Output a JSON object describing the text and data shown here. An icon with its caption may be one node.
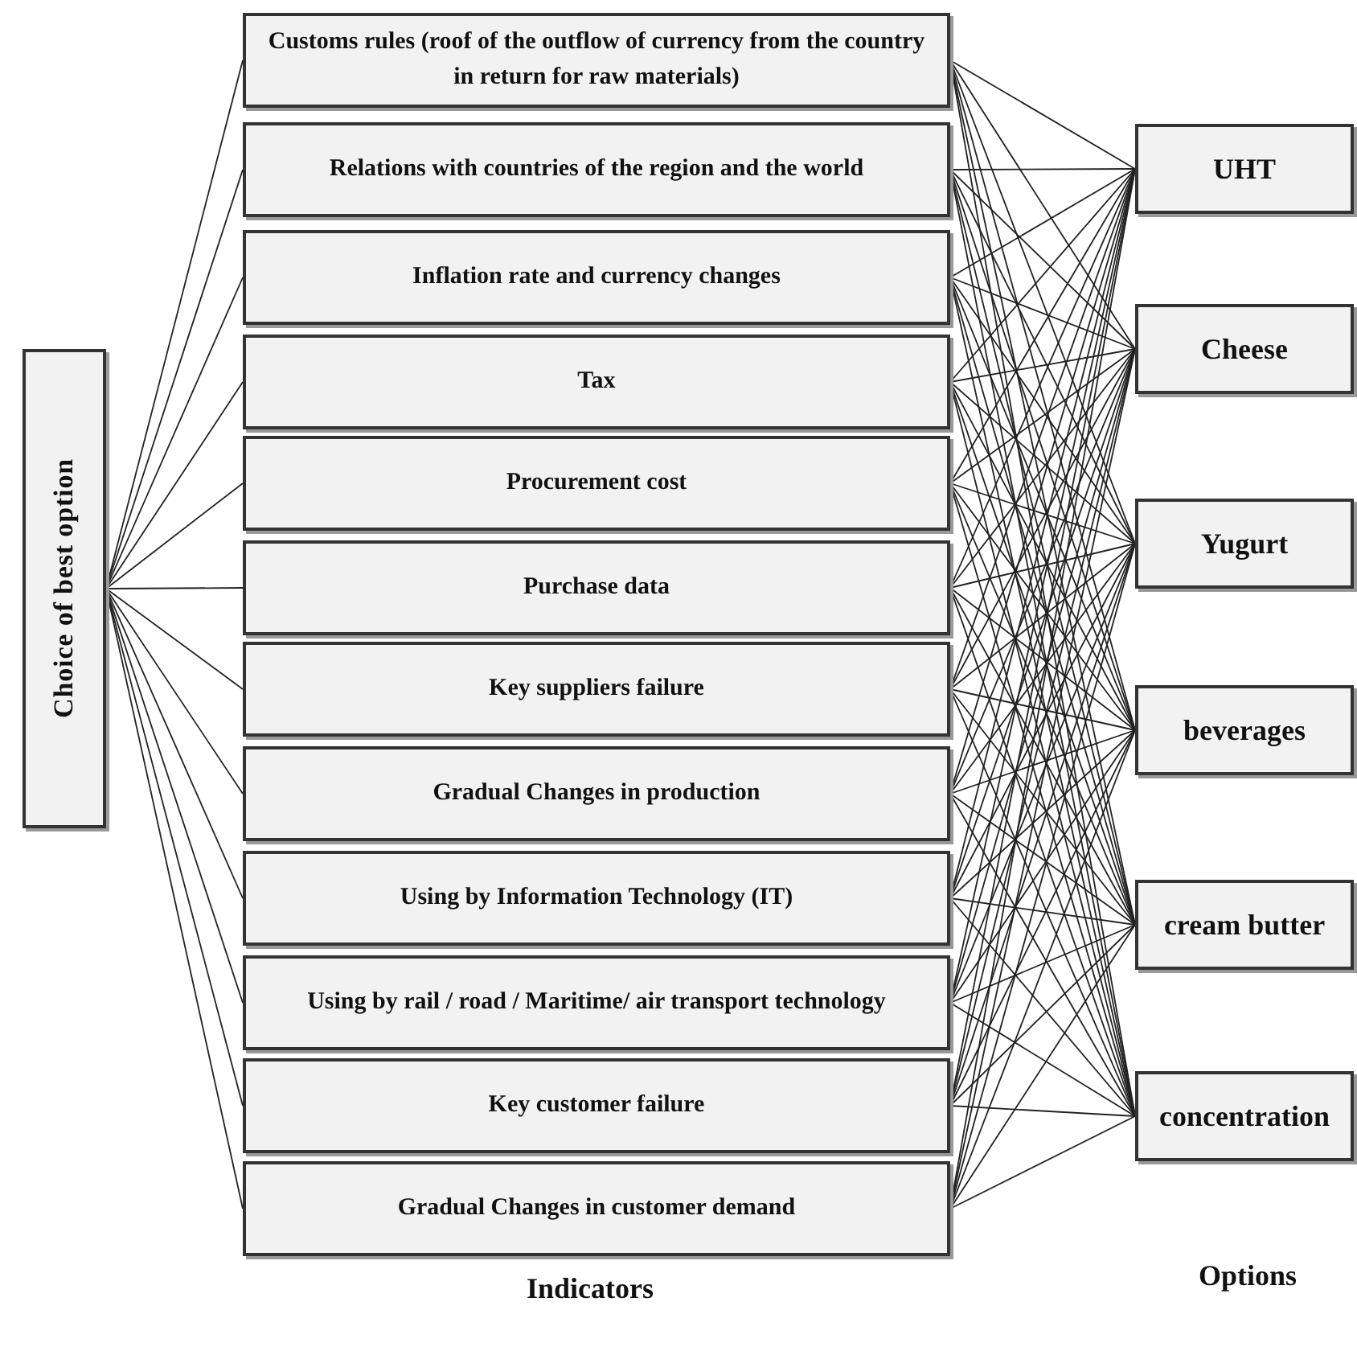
{
  "diagram": {
    "nodes": [
      {
        "text": [
          "Choice of best option"
        ]
      },
      {
        "text": [
          "Customs rules (roof of the outflow of currency from the country in return for raw materials)"
        ]
      },
      {
        "text": [
          "Relations with countries of the region and the world"
        ]
      },
      {
        "text": [
          "Inflation rate and currency changes"
        ]
      },
      {
        "text": [
          "Tax"
        ]
      },
      {
        "text": [
          "Procurement cost"
        ]
      },
      {
        "text": [
          "Purchase data"
        ]
      },
      {
        "text": [
          "Key suppliers failure"
        ]
      },
      {
        "text": [
          "Gradual Changes in production"
        ]
      },
      {
        "text": [
          "Using by Information Technology (IT)"
        ]
      },
      {
        "text": [
          "Using by rail / road / Maritime/ air transport technology"
        ]
      },
      {
        "text": [
          "Key customer failure"
        ]
      },
      {
        "text": [
          "Gradual Changes in customer demand"
        ]
      },
      {
        "text": [
          "UHT"
        ]
      },
      {
        "text": [
          "Cheese"
        ]
      },
      {
        "text": [
          "Yugurt"
        ]
      },
      {
        "text": [
          "beverages"
        ]
      },
      {
        "text": [
          "cream butter"
        ]
      },
      {
        "text": [
          "concentration"
        ]
      }
    ],
    "edges": [
      {
        "from": 0,
        "to": 1,
        "arrow": "none"
      },
      {
        "from": 0,
        "to": 2,
        "arrow": "none"
      },
      {
        "from": 0,
        "to": 3,
        "arrow": "none"
      },
      {
        "from": 0,
        "to": 4,
        "arrow": "none"
      },
      {
        "from": 0,
        "to": 5,
        "arrow": "none"
      },
      {
        "from": 0,
        "to": 6,
        "arrow": "none"
      },
      {
        "from": 0,
        "to": 7,
        "arrow": "none"
      },
      {
        "from": 0,
        "to": 8,
        "arrow": "none"
      },
      {
        "from": 0,
        "to": 9,
        "arrow": "none"
      },
      {
        "from": 0,
        "to": 10,
        "arrow": "none"
      },
      {
        "from": 0,
        "to": 11,
        "arrow": "none"
      },
      {
        "from": 0,
        "to": 12,
        "arrow": "none"
      },
      {
        "from": 1,
        "to": 13,
        "arrow": "none"
      },
      {
        "from": 1,
        "to": 14,
        "arrow": "none"
      },
      {
        "from": 1,
        "to": 15,
        "arrow": "none"
      },
      {
        "from": 1,
        "to": 16,
        "arrow": "none"
      },
      {
        "from": 1,
        "to": 17,
        "arrow": "none"
      },
      {
        "from": 1,
        "to": 18,
        "arrow": "none"
      },
      {
        "from": 2,
        "to": 13,
        "arrow": "none"
      },
      {
        "from": 2,
        "to": 14,
        "arrow": "none"
      },
      {
        "from": 2,
        "to": 15,
        "arrow": "none"
      },
      {
        "from": 2,
        "to": 16,
        "arrow": "none"
      },
      {
        "from": 2,
        "to": 17,
        "arrow": "none"
      },
      {
        "from": 2,
        "to": 18,
        "arrow": "none"
      },
      {
        "from": 3,
        "to": 13,
        "arrow": "none"
      },
      {
        "from": 3,
        "to": 14,
        "arrow": "none"
      },
      {
        "from": 3,
        "to": 15,
        "arrow": "none"
      },
      {
        "from": 3,
        "to": 16,
        "arrow": "none"
      },
      {
        "from": 3,
        "to": 17,
        "arrow": "none"
      },
      {
        "from": 3,
        "to": 18,
        "arrow": "none"
      },
      {
        "from": 4,
        "to": 13,
        "arrow": "none"
      },
      {
        "from": 4,
        "to": 14,
        "arrow": "none"
      },
      {
        "from": 4,
        "to": 15,
        "arrow": "none"
      },
      {
        "from": 4,
        "to": 16,
        "arrow": "none"
      },
      {
        "from": 4,
        "to": 17,
        "arrow": "none"
      },
      {
        "from": 4,
        "to": 18,
        "arrow": "none"
      },
      {
        "from": 5,
        "to": 13,
        "arrow": "none"
      },
      {
        "from": 5,
        "to": 14,
        "arrow": "none"
      },
      {
        "from": 5,
        "to": 15,
        "arrow": "none"
      },
      {
        "from": 5,
        "to": 16,
        "arrow": "none"
      },
      {
        "from": 5,
        "to": 17,
        "arrow": "none"
      },
      {
        "from": 5,
        "to": 18,
        "arrow": "none"
      },
      {
        "from": 6,
        "to": 13,
        "arrow": "none"
      },
      {
        "from": 6,
        "to": 14,
        "arrow": "none"
      },
      {
        "from": 6,
        "to": 15,
        "arrow": "none"
      },
      {
        "from": 6,
        "to": 16,
        "arrow": "none"
      },
      {
        "from": 6,
        "to": 17,
        "arrow": "none"
      },
      {
        "from": 6,
        "to": 18,
        "arrow": "none"
      },
      {
        "from": 7,
        "to": 13,
        "arrow": "none"
      },
      {
        "from": 7,
        "to": 14,
        "arrow": "none"
      },
      {
        "from": 7,
        "to": 15,
        "arrow": "none"
      },
      {
        "from": 7,
        "to": 16,
        "arrow": "none"
      },
      {
        "from": 7,
        "to": 17,
        "arrow": "none"
      },
      {
        "from": 7,
        "to": 18,
        "arrow": "none"
      },
      {
        "from": 8,
        "to": 13,
        "arrow": "none"
      },
      {
        "from": 8,
        "to": 14,
        "arrow": "none"
      },
      {
        "from": 8,
        "to": 15,
        "arrow": "none"
      },
      {
        "from": 8,
        "to": 16,
        "arrow": "none"
      },
      {
        "from": 8,
        "to": 17,
        "arrow": "none"
      },
      {
        "from": 8,
        "to": 18,
        "arrow": "none"
      },
      {
        "from": 9,
        "to": 13,
        "arrow": "none"
      },
      {
        "from": 9,
        "to": 14,
        "arrow": "none"
      },
      {
        "from": 9,
        "to": 15,
        "arrow": "none"
      },
      {
        "from": 9,
        "to": 16,
        "arrow": "none"
      },
      {
        "from": 9,
        "to": 17,
        "arrow": "none"
      },
      {
        "from": 9,
        "to": 18,
        "arrow": "none"
      },
      {
        "from": 10,
        "to": 13,
        "arrow": "none"
      },
      {
        "from": 10,
        "to": 14,
        "arrow": "none"
      },
      {
        "from": 10,
        "to": 15,
        "arrow": "none"
      },
      {
        "from": 10,
        "to": 16,
        "arrow": "none"
      },
      {
        "from": 10,
        "to": 17,
        "arrow": "none"
      },
      {
        "from": 10,
        "to": 18,
        "arrow": "none"
      },
      {
        "from": 11,
        "to": 13,
        "arrow": "none"
      },
      {
        "from": 11,
        "to": 14,
        "arrow": "none"
      },
      {
        "from": 11,
        "to": 15,
        "arrow": "none"
      },
      {
        "from": 11,
        "to": 16,
        "arrow": "none"
      },
      {
        "from": 11,
        "to": 17,
        "arrow": "none"
      },
      {
        "from": 11,
        "to": 18,
        "arrow": "none"
      },
      {
        "from": 12,
        "to": 13,
        "arrow": "none"
      },
      {
        "from": 12,
        "to": 14,
        "arrow": "none"
      },
      {
        "from": 12,
        "to": 15,
        "arrow": "none"
      },
      {
        "from": 12,
        "to": 16,
        "arrow": "none"
      },
      {
        "from": 12,
        "to": 17,
        "arrow": "none"
      },
      {
        "from": 12,
        "to": 18,
        "arrow": "none"
      }
    ],
    "labels": [
      "Indicators",
      "Options"
    ]
  }
}
